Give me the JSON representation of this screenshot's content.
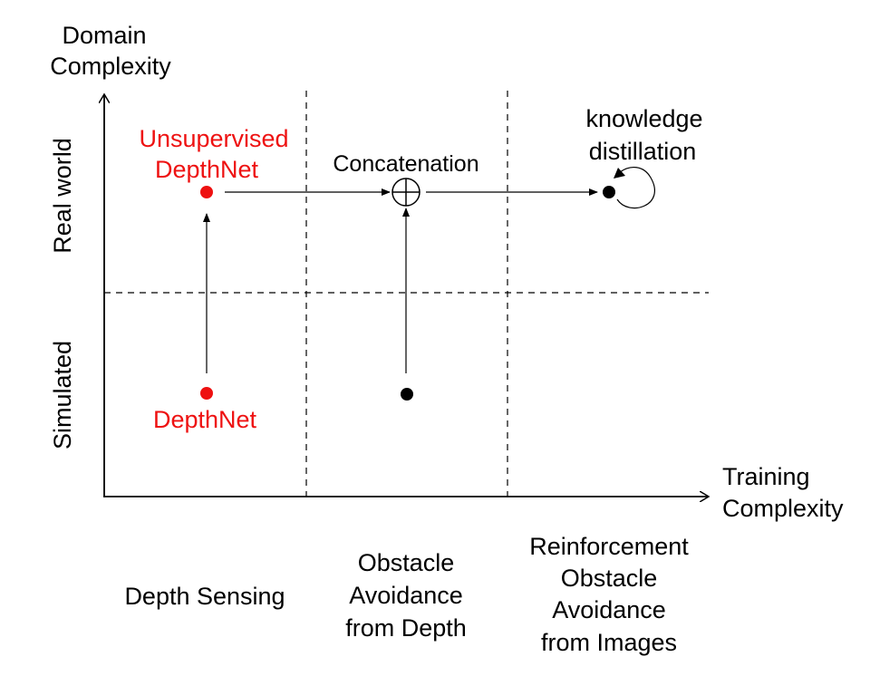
{
  "axes": {
    "y_label_line1": "Domain",
    "y_label_line2": "Complexity",
    "x_label_line1": "Training",
    "x_label_line2": "Complexity"
  },
  "rows": {
    "top": "Real world",
    "bottom": "Simulated"
  },
  "columns": {
    "col1": [
      "Depth Sensing"
    ],
    "col2": [
      "Obstacle",
      "Avoidance",
      "from Depth"
    ],
    "col3": [
      "Reinforcement",
      "Obstacle",
      "Avoidance",
      "from Images"
    ]
  },
  "nodes": {
    "unsupervised_line1": "Unsupervised",
    "unsupervised_line2": "DepthNet",
    "depthnet": "DepthNet",
    "concatenation": "Concatenation",
    "kd_line1": "knowledge",
    "kd_line2": "distillation"
  },
  "colors": {
    "highlight": "#ee1111",
    "ink": "#000000"
  }
}
